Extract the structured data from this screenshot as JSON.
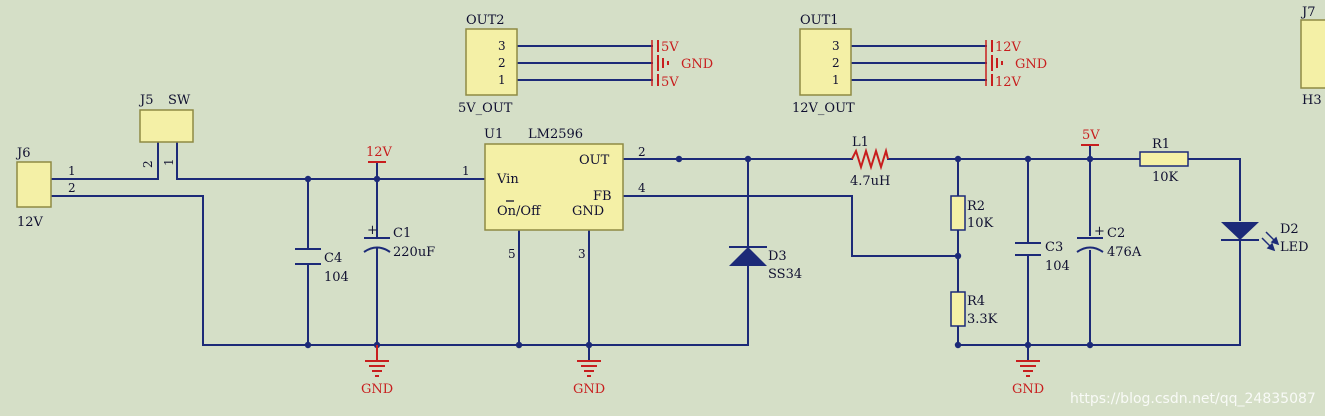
{
  "colors": {
    "background": "#d5dfc7",
    "wire": "#1c2a78",
    "component_fill": "#f4f0a6",
    "component_stroke": "#8e8a44",
    "net_label": "#c81e1e",
    "diode_fill": "#1c2a78"
  },
  "connectors": {
    "out2": {
      "ref": "OUT2",
      "value": "5V_OUT",
      "pins": [
        "3",
        "2",
        "1"
      ],
      "nets": [
        "5V",
        "GND",
        "5V"
      ]
    },
    "out1": {
      "ref": "OUT1",
      "value": "12V_OUT",
      "pins": [
        "3",
        "2",
        "1"
      ],
      "nets": [
        "12V",
        "GND",
        "12V"
      ]
    },
    "j7": {
      "ref": "J7",
      "value": "H3"
    },
    "j6": {
      "ref": "J6",
      "value": "12V",
      "pins": [
        "1",
        "2"
      ]
    },
    "j5": {
      "ref": "J5",
      "value": "SW",
      "pins": [
        "2",
        "1"
      ]
    }
  },
  "regulator": {
    "ref": "U1",
    "value": "LM2596",
    "pin_vin": "Vin",
    "pin_out": "OUT",
    "pin_fb": "FB",
    "pin_onoff": "On/Off",
    "pin_gnd": "GND",
    "pin_numbers": {
      "vin": "1",
      "out": "2",
      "fb": "4",
      "onoff": "5",
      "gnd": "3"
    }
  },
  "components": {
    "c4": {
      "ref": "C4",
      "value": "104"
    },
    "c1": {
      "ref": "C1",
      "value": "220uF"
    },
    "d3": {
      "ref": "D3",
      "value": "SS34"
    },
    "l1": {
      "ref": "L1",
      "value": "4.7uH"
    },
    "r2": {
      "ref": "R2",
      "value": "10K"
    },
    "r4": {
      "ref": "R4",
      "value": "3.3K"
    },
    "c3": {
      "ref": "C3",
      "value": "104"
    },
    "c2": {
      "ref": "C2",
      "value": "476A"
    },
    "r1": {
      "ref": "R1",
      "value": "10K"
    },
    "d2": {
      "ref": "D2",
      "value": "LED"
    }
  },
  "net_labels": {
    "v12": "12V",
    "v5": "5V",
    "gnd": "GND"
  },
  "polarity_mark": "+",
  "watermark": "https://blog.csdn.net/qq_24835087"
}
